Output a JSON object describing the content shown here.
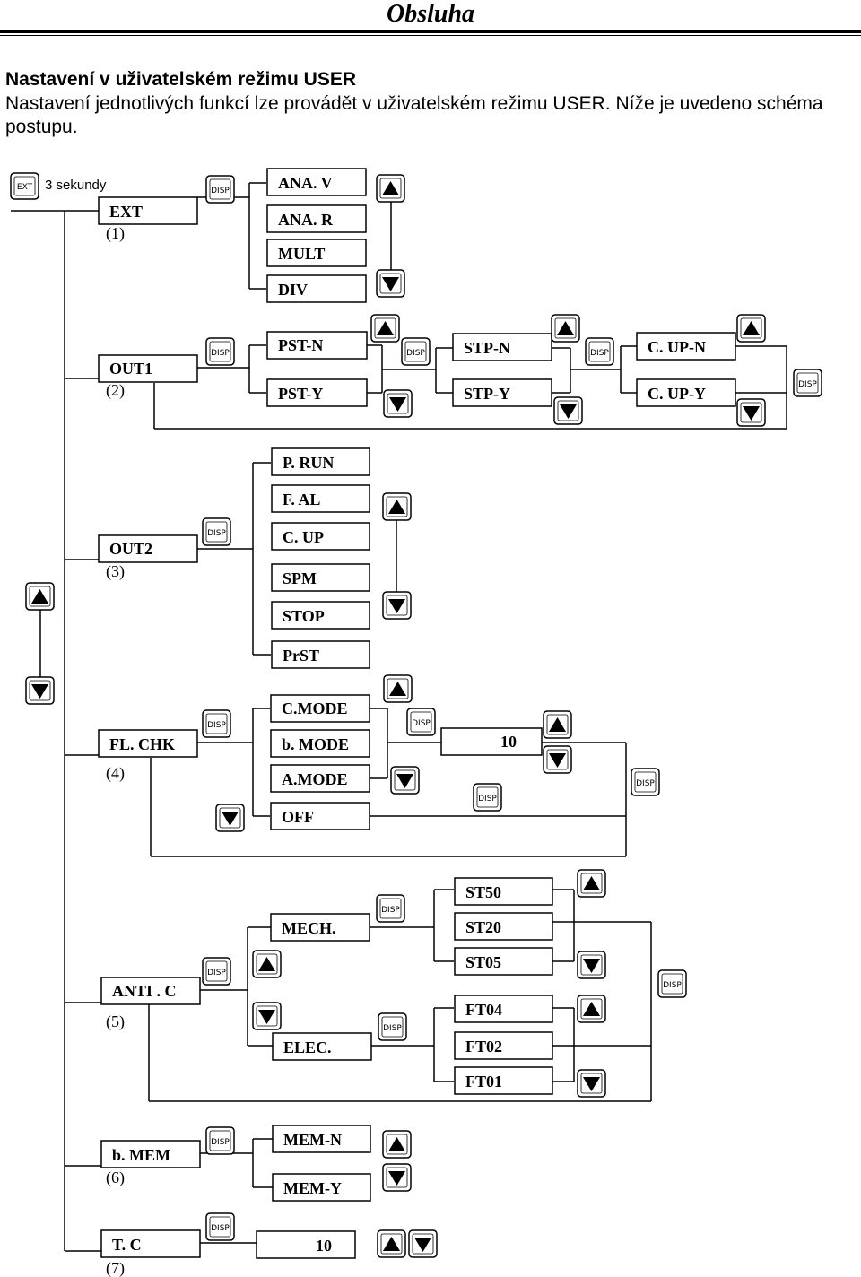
{
  "header": {
    "title": "Obsluha"
  },
  "section": {
    "heading": "Nastavení v uživatelském režimu USER",
    "text": "Nastavení jednotlivých funkcí  lze provádět v uživatelském režimu USER. Níže je uvedeno schéma postupu."
  },
  "diagram": {
    "keys": {
      "ext": "EXT",
      "disp": "DISP",
      "hold_note": "3 sekundy"
    },
    "modes": [
      {
        "label": "EXT",
        "num": "(1)"
      },
      {
        "label": "OUT1",
        "num": "(2)"
      },
      {
        "label": "OUT2",
        "num": "(3)"
      },
      {
        "label": "FL. CHK",
        "num": "(4)"
      },
      {
        "label": "ANTI . C",
        "num": "(5)"
      },
      {
        "label": "b. MEM",
        "num": "(6)"
      },
      {
        "label": "T. C",
        "num": "(7)"
      }
    ],
    "ext_options": [
      "ANA. V",
      "ANA. R",
      "MULT",
      "DIV"
    ],
    "out1": {
      "pst": [
        "PST-N",
        "PST-Y"
      ],
      "stp": [
        "STP-N",
        "STP-Y"
      ],
      "cup": [
        "C. UP-N",
        "C. UP-Y"
      ]
    },
    "out2_options": [
      "P. RUN",
      "F. AL",
      "C. UP",
      "SPM",
      "STOP",
      "PrST"
    ],
    "flchk": {
      "options": [
        "C.MODE",
        "b. MODE",
        "A.MODE",
        "OFF"
      ],
      "value": "10"
    },
    "anti": {
      "mech": "MECH.",
      "elec": "ELEC.",
      "st": [
        "ST50",
        "ST20",
        "ST05"
      ],
      "ft": [
        "FT04",
        "FT02",
        "FT01"
      ]
    },
    "bmem_options": [
      "MEM-N",
      "MEM-Y"
    ],
    "tc_value": "10"
  }
}
